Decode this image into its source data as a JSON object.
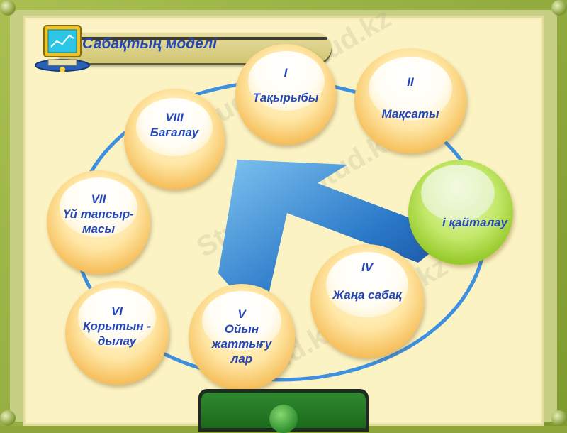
{
  "title": "Сабақтың  моделі",
  "watermark": "Stud.kz - Stud.kz",
  "colors": {
    "text": "#2448b8",
    "ring": "#3d8fe0",
    "node_orange": "#f6bf5b",
    "node_green": "#8fc41f",
    "arrow": "#2a78c8",
    "panel": "#fbf3c3"
  },
  "nodes": [
    {
      "id": "I",
      "numeral": "I",
      "text": "Тақырыбы"
    },
    {
      "id": "II",
      "numeral": "II",
      "text": "Мақсаты"
    },
    {
      "id": "III",
      "numeral": "",
      "text": "і қайталау"
    },
    {
      "id": "IV",
      "numeral": "IV",
      "text": "Жаңа сабақ"
    },
    {
      "id": "V",
      "numeral": "V",
      "text": "Ойын жаттығу лар"
    },
    {
      "id": "VI",
      "numeral": "VI",
      "text": "Қорытын - дылау"
    },
    {
      "id": "VII",
      "numeral": "VII",
      "text": "Үй тапсыр- масы"
    },
    {
      "id": "VIII",
      "numeral": "VIII",
      "text": "Бағалау"
    }
  ],
  "icons": {
    "monitor": "computer-monitor-icon",
    "arrow": "big-arrow-icon",
    "globe": "globe-icon"
  }
}
